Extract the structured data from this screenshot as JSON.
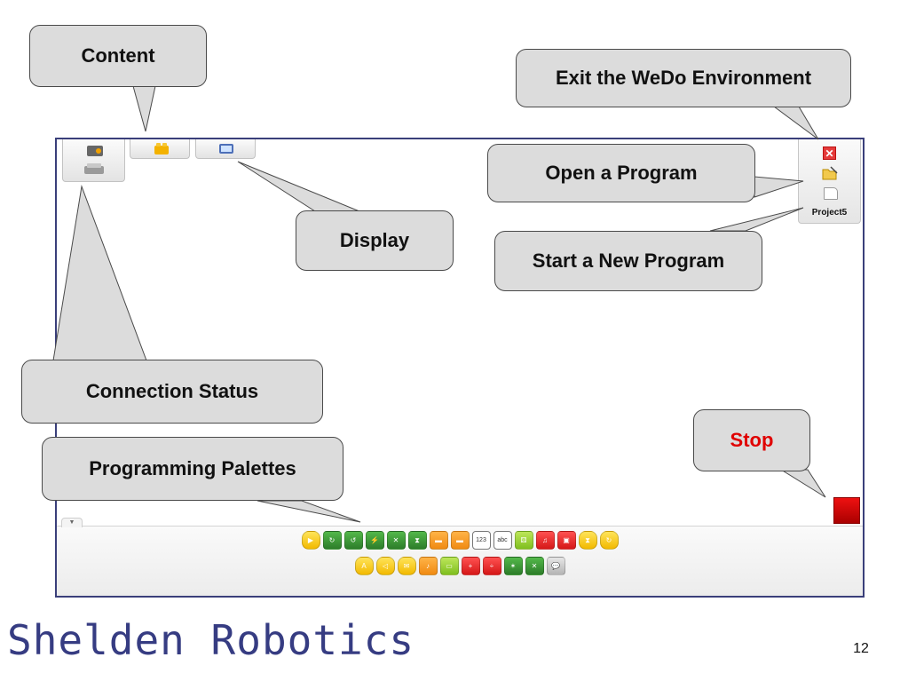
{
  "callouts": {
    "content": "Content",
    "exit": "Exit the WeDo Environment",
    "open": "Open a Program",
    "display": "Display",
    "new_program": "Start a New Program",
    "connection": "Connection Status",
    "palettes": "Programming Palettes",
    "stop": "Stop"
  },
  "window": {
    "project_name": "Project5",
    "exit_glyph": "✕"
  },
  "palette": {
    "row1": [
      {
        "icon": "start-play-icon",
        "color": "yellow",
        "glyph": "▶"
      },
      {
        "icon": "motor-this-way-icon",
        "color": "green",
        "glyph": "↻"
      },
      {
        "icon": "motor-that-way-icon",
        "color": "green",
        "glyph": "↺"
      },
      {
        "icon": "motor-power-icon",
        "color": "green",
        "glyph": "⚡"
      },
      {
        "icon": "motor-off-icon",
        "color": "green",
        "glyph": "✕"
      },
      {
        "icon": "motor-on-for-icon",
        "color": "green",
        "glyph": "⧗"
      },
      {
        "icon": "tilt-sensor-icon",
        "color": "orange",
        "glyph": "▬"
      },
      {
        "icon": "motion-sensor-icon",
        "color": "orange",
        "glyph": "▬"
      },
      {
        "icon": "number-input-icon",
        "color": "white",
        "glyph": "123"
      },
      {
        "icon": "text-input-icon",
        "color": "white",
        "glyph": "abc"
      },
      {
        "icon": "random-icon",
        "color": "lime",
        "glyph": "⚄"
      },
      {
        "icon": "play-sound-icon",
        "color": "red",
        "glyph": "♫"
      },
      {
        "icon": "display-background-icon",
        "color": "red",
        "glyph": "▣"
      },
      {
        "icon": "wait-for-icon",
        "color": "yellow",
        "glyph": "⧗"
      },
      {
        "icon": "repeat-loop-icon",
        "color": "yellow",
        "glyph": "↻"
      }
    ],
    "row2": [
      {
        "icon": "start-on-key-icon",
        "color": "yellow",
        "glyph": "A"
      },
      {
        "icon": "start-on-sensor-icon",
        "color": "yellow",
        "glyph": "◁"
      },
      {
        "icon": "start-on-message-icon",
        "color": "yellow",
        "glyph": "✉"
      },
      {
        "icon": "sound-sensor-icon",
        "color": "orange",
        "glyph": "♪"
      },
      {
        "icon": "display-icon",
        "color": "lime",
        "glyph": "▭"
      },
      {
        "icon": "display-add-icon",
        "color": "red",
        "glyph": "+"
      },
      {
        "icon": "display-subtract-icon",
        "color": "red",
        "glyph": "÷"
      },
      {
        "icon": "light-icon",
        "color": "green",
        "glyph": "✶"
      },
      {
        "icon": "light-off-icon",
        "color": "green",
        "glyph": "✕"
      },
      {
        "icon": "send-message-icon",
        "color": "gray",
        "glyph": "💬"
      }
    ]
  },
  "footer": {
    "brand": "Shelden Robotics",
    "page_number": "12"
  },
  "colors": {
    "frame": "#3a3f7a",
    "callout_fill": "#dcdcdc",
    "stop_text": "#e00000",
    "stop_button": "#cc0000",
    "brand": "#363c82"
  }
}
